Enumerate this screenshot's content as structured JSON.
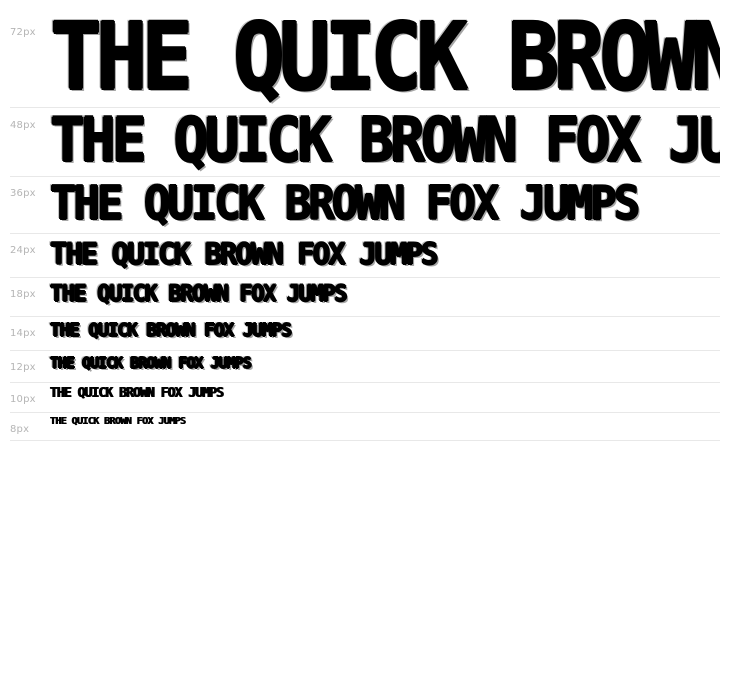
{
  "preview": {
    "sample_text": "THE QUICK BROWN FOX JUMPS",
    "rows": [
      {
        "size_label": "72px",
        "sample": "THE QUICK BROWN FOX JUMPS"
      },
      {
        "size_label": "48px",
        "sample": "THE QUICK BROWN FOX JUMPS"
      },
      {
        "size_label": "36px",
        "sample": "THE QUICK BROWN FOX JUMPS"
      },
      {
        "size_label": "24px",
        "sample": "THE QUICK BROWN FOX JUMPS"
      },
      {
        "size_label": "18px",
        "sample": "THE QUICK BROWN FOX JUMPS"
      },
      {
        "size_label": "14px",
        "sample": "THE QUICK BROWN FOX JUMPS"
      },
      {
        "size_label": "12px",
        "sample": "THE QUICK BROWN FOX JUMPS"
      },
      {
        "size_label": "10px",
        "sample": "THE QUICK BROWN FOX JUMPS"
      },
      {
        "size_label": "8px",
        "sample": "THE QUICK BROWN FOX JUMPS"
      }
    ]
  }
}
